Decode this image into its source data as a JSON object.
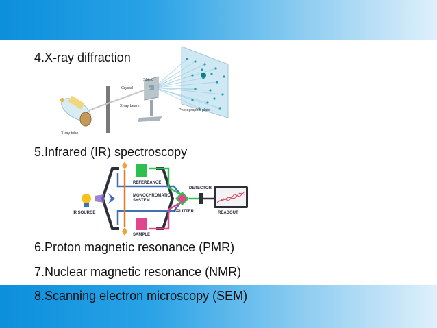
{
  "header": {},
  "items": [
    {
      "text": "4.X-ray diffraction"
    },
    {
      "text": "5.Infrared (IR) spectroscopy"
    },
    {
      "text": "6.Proton magnetic resonance (PMR)"
    },
    {
      "text": "7.Nuclear magnetic resonance (NMR)"
    },
    {
      "text": "8.Scanning electron microscopy (SEM)"
    }
  ],
  "xray_diagram": {
    "shield": "Shield",
    "crystal": "Crystal",
    "xray_beam": "X-ray beam",
    "plate": "Photographic plate",
    "tube": "X-ray tube"
  },
  "ir_diagram": {
    "reference": "REFEREANCE",
    "mono1": "MONOCHROMATIC",
    "mono2": "SYSTEM",
    "detector": "DETECTOR",
    "source": "IR SOURCE",
    "splitter": "SPLITTER",
    "readout": "READOUT",
    "sample": "SAMPLE"
  },
  "colors": {
    "band_start": "#0c8fdc",
    "band_end": "#dff0fb",
    "reference_box": "#2ec04f",
    "sample_box": "#e0468c",
    "splitter": "#e0468c",
    "detector": "#333333",
    "source_bulb": "#f6c21b"
  }
}
